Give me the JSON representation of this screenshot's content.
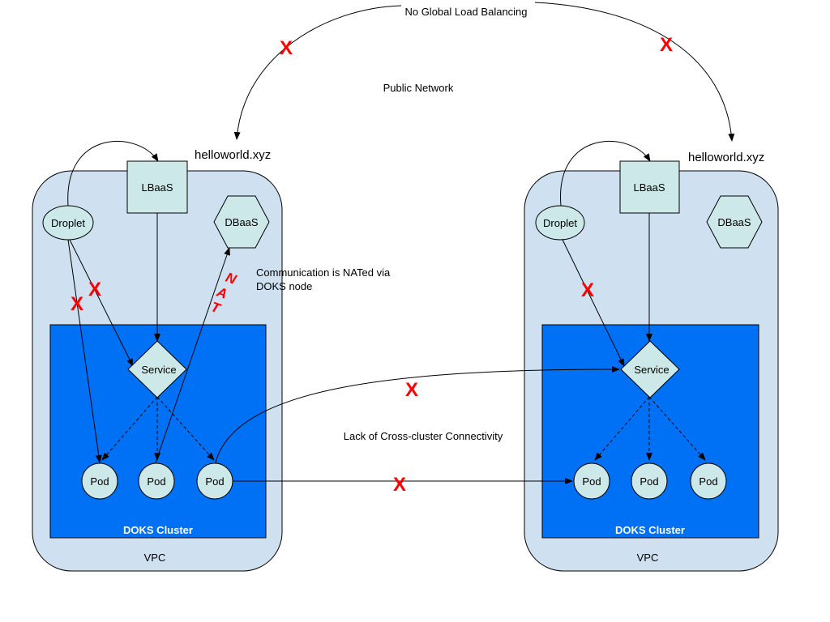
{
  "colors": {
    "vpc_fill": "#cfe0f1",
    "cluster_fill": "#0071f4",
    "node_fill": "#cce8e8",
    "x_mark": "#ff0000",
    "line": "#000000"
  },
  "top": {
    "global_lb": "No Global Load Balancing",
    "public_network": "Public Network"
  },
  "middle": {
    "nat_note_line1": "Communication is NATed via",
    "nat_note_line2": "DOKS node",
    "cross_cluster": "Lack of Cross-cluster Connectivity"
  },
  "marks": {
    "x": "X",
    "nat": [
      "N",
      "A",
      "T"
    ]
  },
  "left": {
    "domain": "helloworld.xyz",
    "vpc_label": "VPC",
    "cluster_label": "DOKS Cluster",
    "lbaas": "LBaaS",
    "droplet": "Droplet",
    "dbaas": "DBaaS",
    "service": "Service",
    "pods": [
      "Pod",
      "Pod",
      "Pod"
    ]
  },
  "right": {
    "domain": "helloworld.xyz",
    "vpc_label": "VPC",
    "cluster_label": "DOKS Cluster",
    "lbaas": "LBaaS",
    "droplet": "Droplet",
    "dbaas": "DBaaS",
    "service": "Service",
    "pods": [
      "Pod",
      "Pod",
      "Pod"
    ]
  }
}
